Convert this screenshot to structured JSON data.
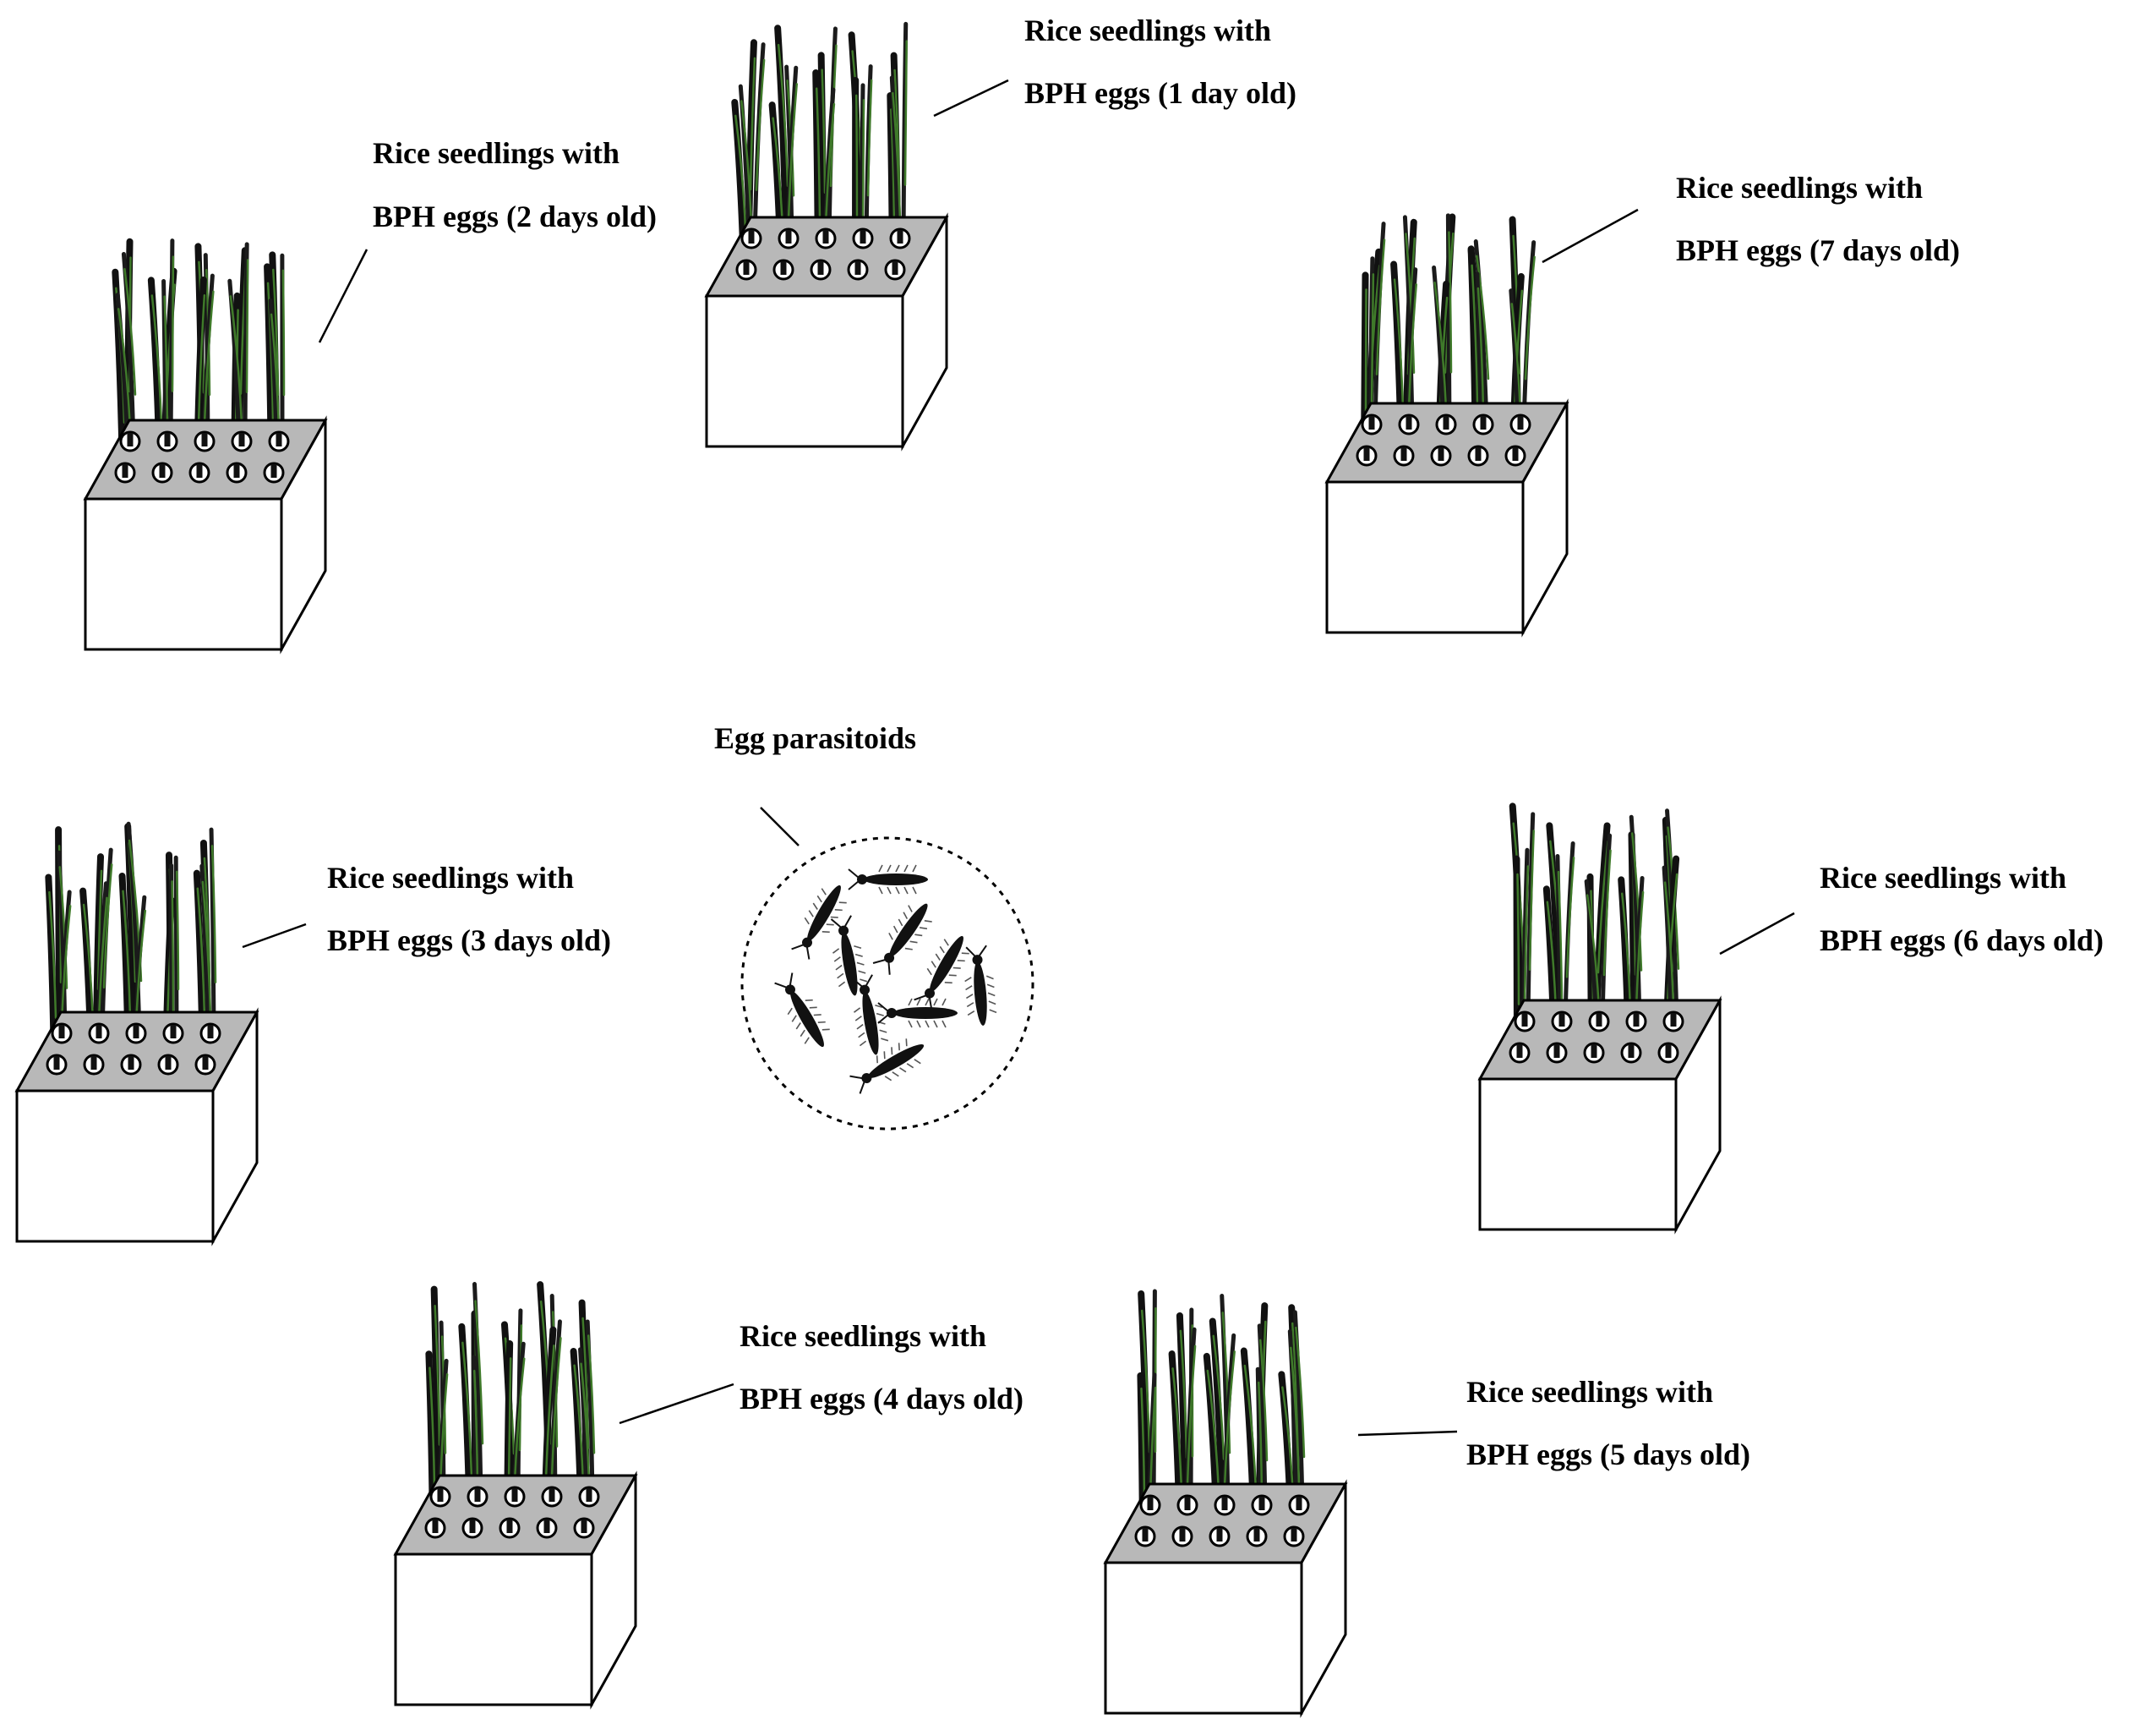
{
  "pots": [
    {
      "id": "1",
      "line1": "Rice seedlings with",
      "line2": "BPH eggs (1 day old)"
    },
    {
      "id": "2",
      "line1": "Rice seedlings with",
      "line2": "BPH eggs (2 days old)"
    },
    {
      "id": "3",
      "line1": "Rice seedlings with",
      "line2": "BPH eggs (3 days old)"
    },
    {
      "id": "4",
      "line1": "Rice seedlings with",
      "line2": "BPH eggs (4 days old)"
    },
    {
      "id": "5",
      "line1": "Rice seedlings with",
      "line2": "BPH eggs (5 days old)"
    },
    {
      "id": "6",
      "line1": "Rice seedlings with",
      "line2": "BPH eggs (6 days old)"
    },
    {
      "id": "7",
      "line1": "Rice seedlings with",
      "line2": "BPH eggs (7 days old)"
    }
  ],
  "center": {
    "label": "Egg parasitoids"
  },
  "colors": {
    "pot_top": "#b8b8b8",
    "leaf_highlight": "#3f7a2a",
    "stroke": "#000000"
  }
}
